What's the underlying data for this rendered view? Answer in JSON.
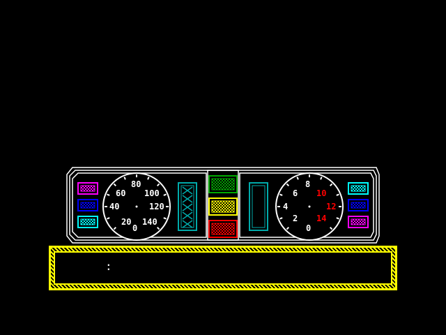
{
  "colors": {
    "background": "#000000",
    "frame": "#ffffff",
    "magenta": "#ff00ff",
    "blue": "#0000ff",
    "cyan": "#00ffff",
    "teal": "#00aaaa",
    "green": "#00aa00",
    "yellow": "#ffff00",
    "red": "#ff0000"
  },
  "speedometer": {
    "labels": [
      "20",
      "40",
      "60",
      "80",
      "100",
      "120",
      "140",
      "0"
    ]
  },
  "tachometer": {
    "labels": [
      "2",
      "4",
      "6",
      "8",
      "10",
      "12",
      "14",
      "0"
    ],
    "red_labels": [
      "10",
      "12",
      "14"
    ]
  },
  "left_lamps": [
    {
      "name": "left-lamp-magenta",
      "color": "#ff00ff"
    },
    {
      "name": "left-lamp-blue",
      "color": "#0000ff"
    },
    {
      "name": "left-lamp-cyan",
      "color": "#00ffff"
    }
  ],
  "right_lamps": [
    {
      "name": "right-lamp-cyan",
      "color": "#00ffff"
    },
    {
      "name": "right-lamp-blue",
      "color": "#0000ff"
    },
    {
      "name": "right-lamp-magenta",
      "color": "#ff00ff"
    }
  ],
  "center_lights": [
    {
      "name": "warning-light-green",
      "color": "#00aa00"
    },
    {
      "name": "warning-light-yellow",
      "color": "#ffff00"
    },
    {
      "name": "warning-light-red",
      "color": "#ff0000"
    }
  ],
  "console": {
    "cursor": ":"
  }
}
